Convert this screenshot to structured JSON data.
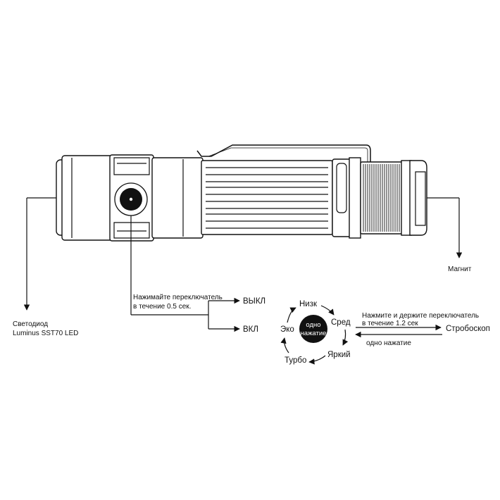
{
  "callouts": {
    "led_label_line1": "Светодиод",
    "led_label_line2": "Luminus SST70 LED",
    "magnet_label": "Магнит",
    "press_line1": "Нажимайте переключатель",
    "press_line2": "в течение 0.5 сек.",
    "off_label": "ВЫКЛ",
    "on_label": "ВКЛ"
  },
  "mode_cycle": {
    "hub_line1": "одно",
    "hub_line2": "нажатие",
    "modes": [
      "Низк",
      "Сред",
      "Яркий",
      "Турбо",
      "Эко"
    ]
  },
  "strobe": {
    "hold_line1": "Нажмите и держите переключатель",
    "hold_line2": "в течение 1.2 сек",
    "strobe_label": "Стробоскоп",
    "return_label": "одно нажатие"
  }
}
